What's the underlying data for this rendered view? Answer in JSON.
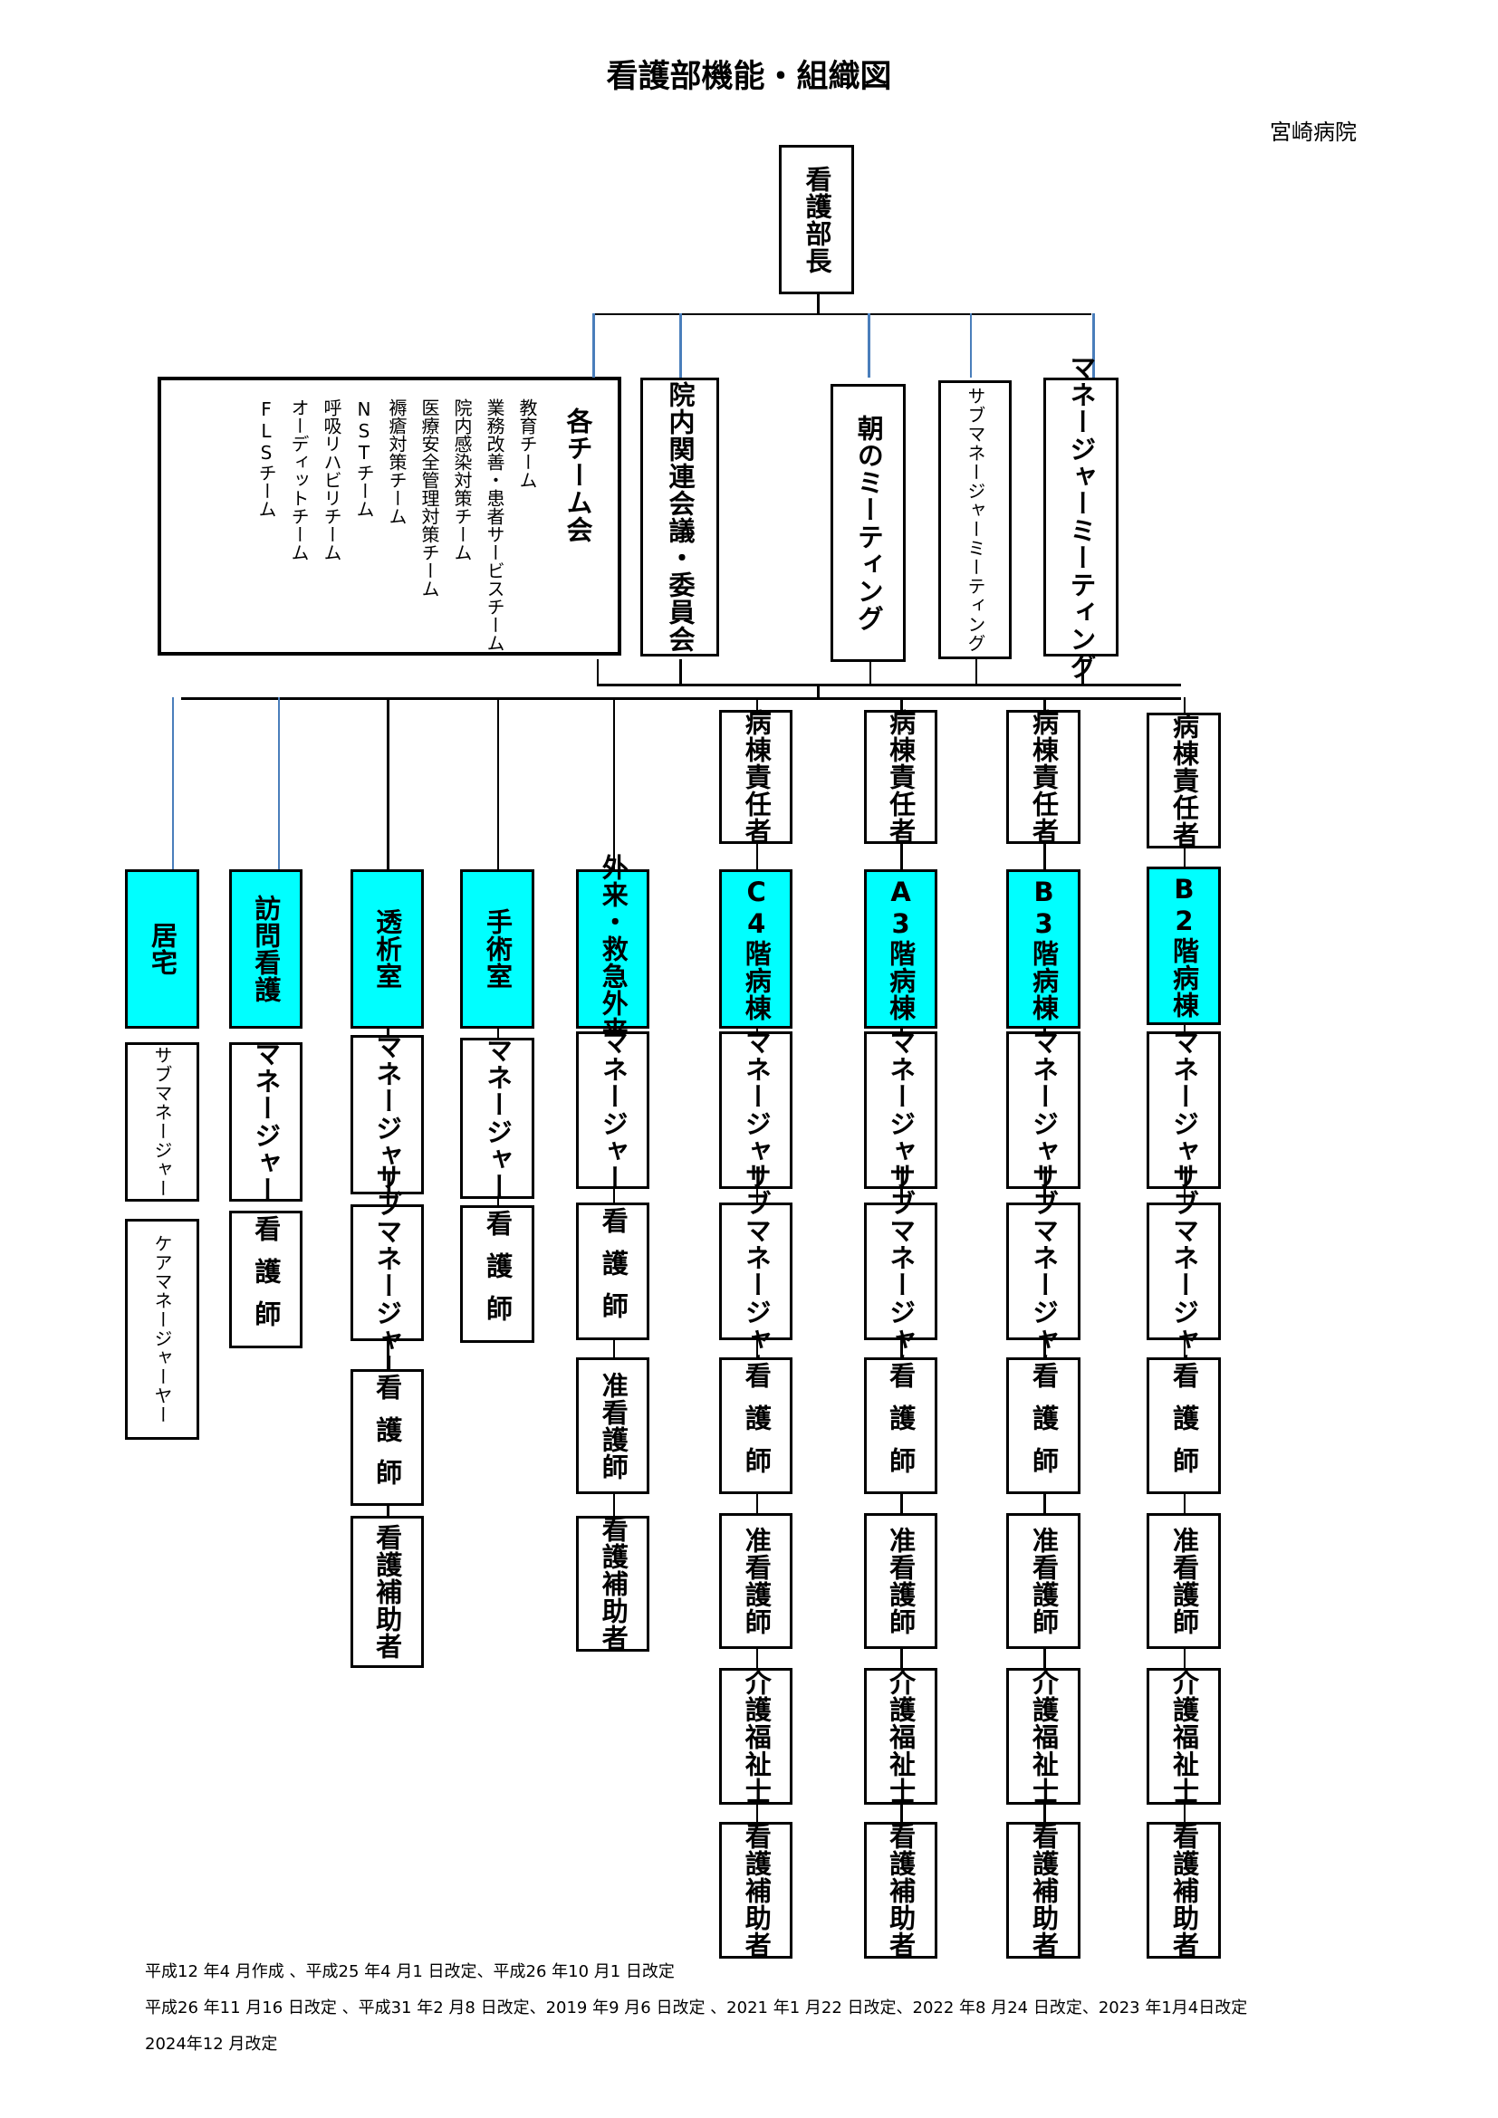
{
  "title": "看護部機能・組織図",
  "organization": "宮崎病院",
  "head": "看護部長",
  "teams": {
    "title": "各チーム会",
    "items": [
      "教育チーム",
      "業務改善・患者サービスチーム",
      "院内感染対策チーム",
      "医療安全管理対策チーム",
      "褥瘡対策チーム",
      "NSTチーム",
      "呼吸リハビリチーム",
      "オーディットチーム",
      "FLSチーム"
    ]
  },
  "meetings": [
    "院内関連会議・委員会",
    "朝のミーティング",
    "サブマネージャーミーティング",
    "マネージャーミーティング"
  ],
  "ward_leader_label": "病棟責任者",
  "departments": [
    {
      "name": "居宅",
      "staff": [
        "サブマネージャー",
        "ケアマネージャーヤー"
      ]
    },
    {
      "name": "訪問看護",
      "staff": [
        "マネージャー",
        "看護師"
      ]
    },
    {
      "name": "透析室",
      "staff": [
        "マネージャー",
        "サブマネージャー",
        "看護師",
        "看護補助者"
      ]
    },
    {
      "name": "手術室",
      "staff": [
        "マネージャー",
        "看護師"
      ]
    },
    {
      "name": "外来・救急外来",
      "staff": [
        "マネージャー",
        "看護師",
        "准看護師",
        "看護補助者"
      ]
    },
    {
      "name": "C4階病棟",
      "staff": [
        "マネージャー",
        "サブマネージャー",
        "看護師",
        "准看護師",
        "介護福祉士",
        "看護補助者"
      ]
    },
    {
      "name": "A3階病棟",
      "staff": [
        "マネージャー",
        "サブマネージャー",
        "看護師",
        "准看護師",
        "介護福祉士",
        "看護補助者"
      ]
    },
    {
      "name": "B3階病棟",
      "staff": [
        "マネージャー",
        "サブマネージャー",
        "看護師",
        "准看護師",
        "介護福祉士",
        "看護補助者"
      ]
    },
    {
      "name": "B2階病棟",
      "staff": [
        "マネージャー",
        "サブマネージャー",
        "看護師",
        "准看護師",
        "介護福祉士",
        "看護補助者"
      ]
    }
  ],
  "footer": [
    "平成12 年4 月作成 、平成25 年4 月1 日改定、平成26 年10 月1 日改定",
    "平成26 年11 月16 日改定 、平成31 年2 月8 日改定、2019 年9 月6 日改定 、2021 年1 月22 日改定、2022 年8 月24 日改定、2023 年1月4日改定",
    "2024年12 月改定"
  ],
  "colors": {
    "department_fill": "#00ffff",
    "connector_blue": "#4a7ebb"
  }
}
